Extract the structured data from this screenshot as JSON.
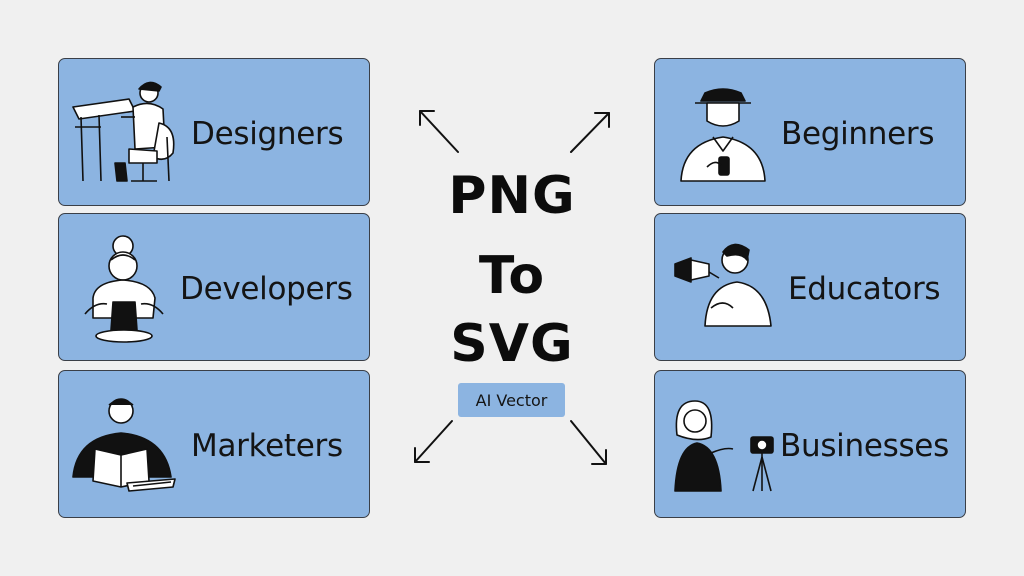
{
  "center": {
    "line1": "PNG",
    "line2": "To",
    "line3": "SVG",
    "badge": "AI Vector"
  },
  "audiences": {
    "designers": "Designers",
    "developers": "Developers",
    "marketers": "Marketers",
    "beginners": "Beginners",
    "educators": "Educators",
    "businesses": "Businesses"
  },
  "colors": {
    "card_fill": "#8cb4e1",
    "background": "#f0f0f0",
    "text": "#141414"
  },
  "icons": [
    "designer-at-drafting-table-icon",
    "potter-with-vase-icon",
    "person-reading-book-icon",
    "man-with-hat-and-phone-icon",
    "person-with-megaphone-icon",
    "woman-with-camera-icon",
    "arrow-icon"
  ]
}
